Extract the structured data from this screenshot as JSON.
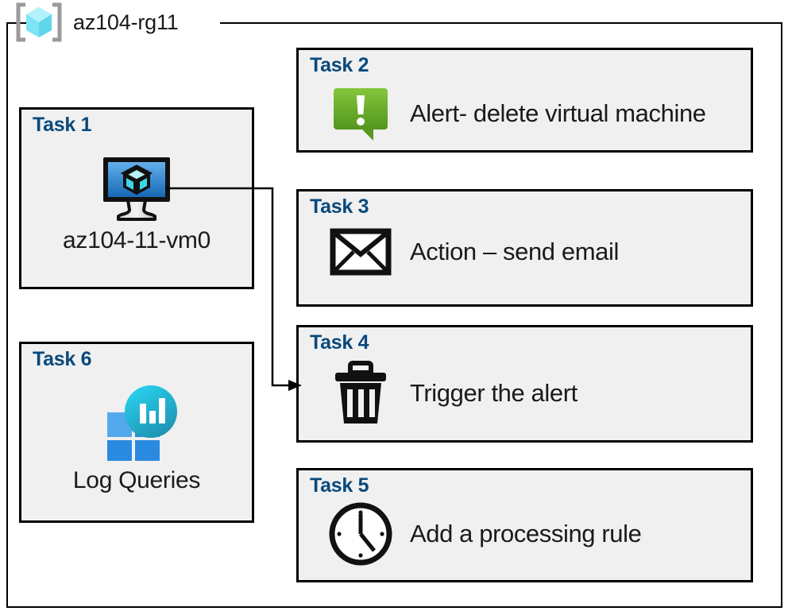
{
  "header": {
    "icon": "resource-group-cube-icon",
    "title": "az104-rg11"
  },
  "colors": {
    "task_label": "#08497c",
    "card_fill": "#f0f0f0",
    "card_border": "#000000",
    "frame_border": "#000000",
    "alert_green_light": "#7dc142",
    "alert_green_dark": "#57991f",
    "vm_blue_light": "#5aa7e8",
    "vm_blue_dark": "#1568b5",
    "cube_cyan": "#6fe4f2",
    "log_blue": "#2a8ae0",
    "log_teal": "#29c5e6",
    "rg_cube_cyan": "#8ee9f7",
    "rg_bracket_gray": "#9a9a9a",
    "text": "#1a1a1a"
  },
  "cards": [
    {
      "id": "task1",
      "title": "Task 1",
      "caption": "az104-11-vm0",
      "icon": "virtual-machine-icon"
    },
    {
      "id": "task2",
      "title": "Task 2",
      "caption": "Alert- delete virtual machine",
      "icon": "alert-exclamation-icon"
    },
    {
      "id": "task3",
      "title": "Task 3",
      "caption": "Action – send email",
      "icon": "envelope-icon"
    },
    {
      "id": "task4",
      "title": "Task 4",
      "caption": "Trigger the alert",
      "icon": "trash-can-icon"
    },
    {
      "id": "task5",
      "title": "Task 5",
      "caption": "Add a processing rule",
      "icon": "clock-icon"
    },
    {
      "id": "task6",
      "title": "Task 6",
      "caption": "Log Queries",
      "icon": "log-analytics-icon"
    }
  ],
  "connector": {
    "name": "vm-to-task4-connector",
    "from": "virtual-machine-icon",
    "to": "task4-card",
    "arrowhead": "right"
  }
}
